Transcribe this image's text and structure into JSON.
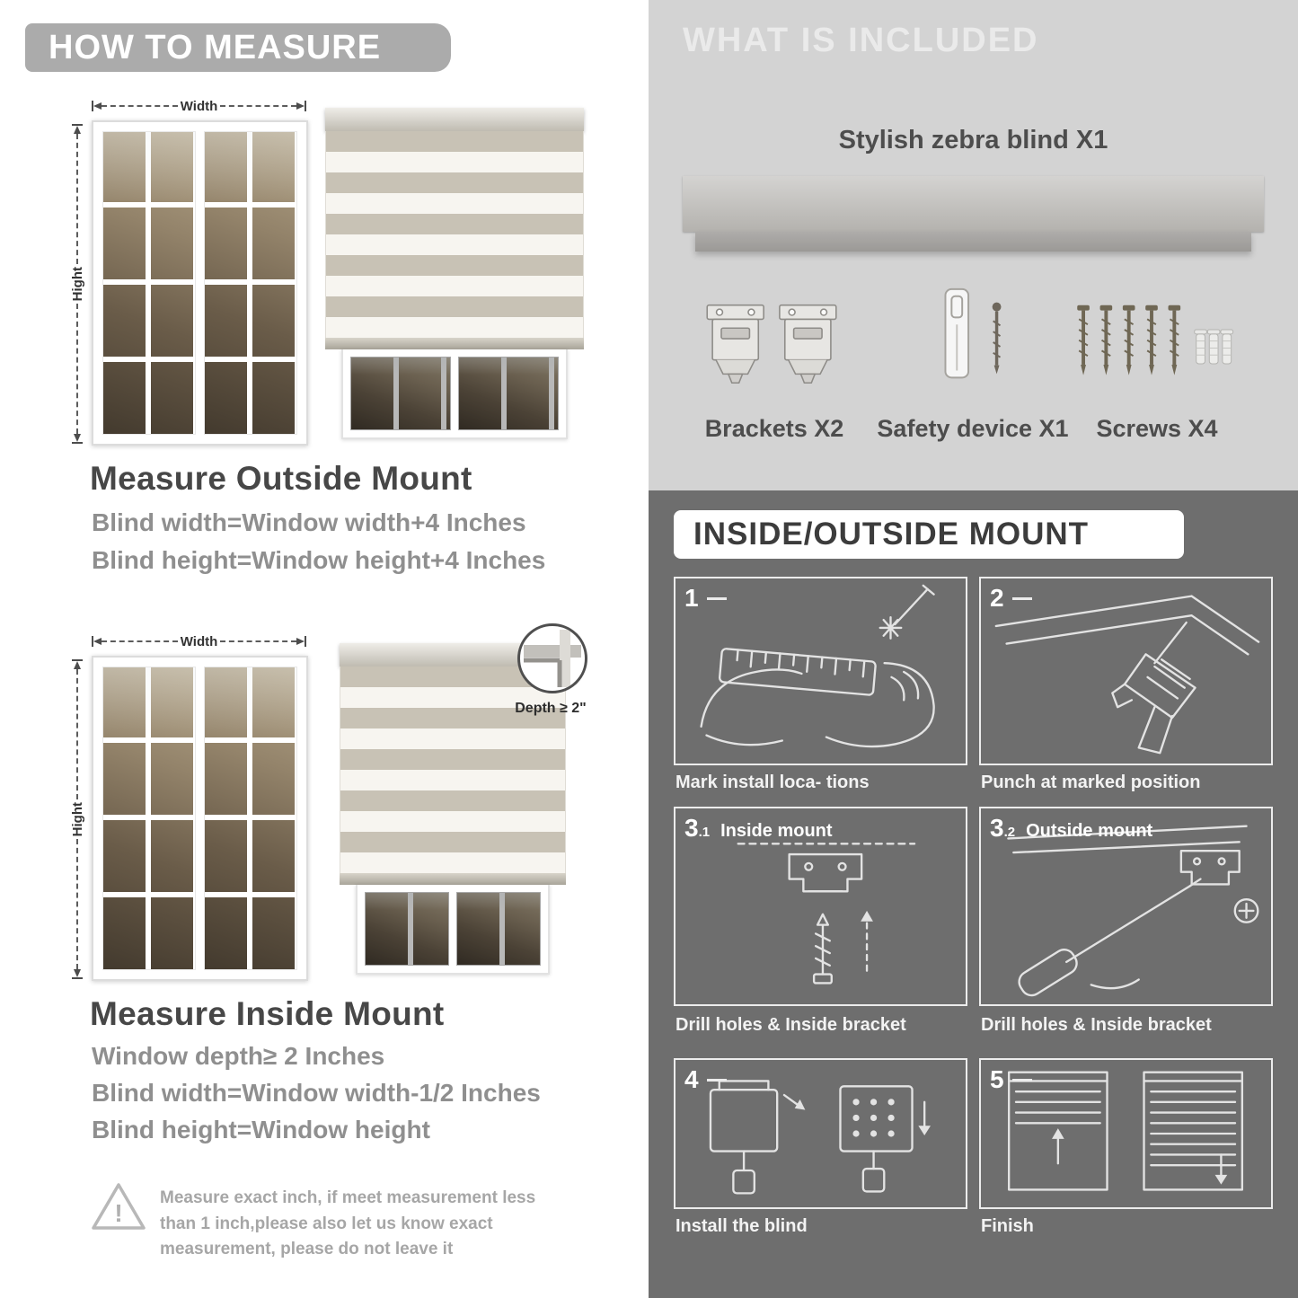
{
  "colors": {
    "left_banner": "#ababab",
    "included_bg": "#d3d3d3",
    "included_header_text": "#eaeaea",
    "mount_bg": "#6e6e6e",
    "mount_banner_bg": "#ffffff",
    "heading_text": "#474747",
    "body_text": "#8f8f8f",
    "line_art": "#e3e3e3"
  },
  "left": {
    "banner": "HOW TO MEASURE",
    "measure_labels": {
      "width": "Width",
      "height": "Hight"
    },
    "outside": {
      "title": "Measure Outside Mount",
      "line1": "Blind width=Window width+4 Inches",
      "line2": "Blind height=Window height+4 Inches"
    },
    "inside": {
      "title": "Measure Inside Mount",
      "depth_callout": "Depth ≥ 2\"",
      "line1": "Window depth≥ 2 Inches",
      "line2": "Blind width=Window width-1/2 Inches",
      "line3": "Blind height=Window height"
    },
    "warning_mark": "!",
    "warning_text": "Measure exact inch, if meet measurement less than 1 inch,please also let us know exact measurement, please do not leave it"
  },
  "right": {
    "included": {
      "header": "WHAT IS INCLUDED",
      "product": "Stylish zebra blind X1",
      "items": [
        {
          "label": "Brackets X2"
        },
        {
          "label": "Safety device X1"
        },
        {
          "label": "Screws X4"
        }
      ]
    },
    "mount": {
      "header": "INSIDE/OUTSIDE MOUNT",
      "steps": [
        {
          "num": "1",
          "sub": "",
          "title": "",
          "caption": "Mark install loca- tions"
        },
        {
          "num": "2",
          "sub": "",
          "title": "",
          "caption": "Punch at  marked position"
        },
        {
          "num": "3",
          "sub": ".1",
          "title": "Inside mount",
          "caption": "Drill holes &  Inside bracket"
        },
        {
          "num": "3",
          "sub": ".2",
          "title": "Outside mount",
          "caption": "Drill holes &  Inside bracket"
        },
        {
          "num": "4",
          "sub": "",
          "title": "",
          "caption": "Install the blind"
        },
        {
          "num": "5",
          "sub": "",
          "title": "",
          "caption": "Finish"
        }
      ]
    }
  }
}
